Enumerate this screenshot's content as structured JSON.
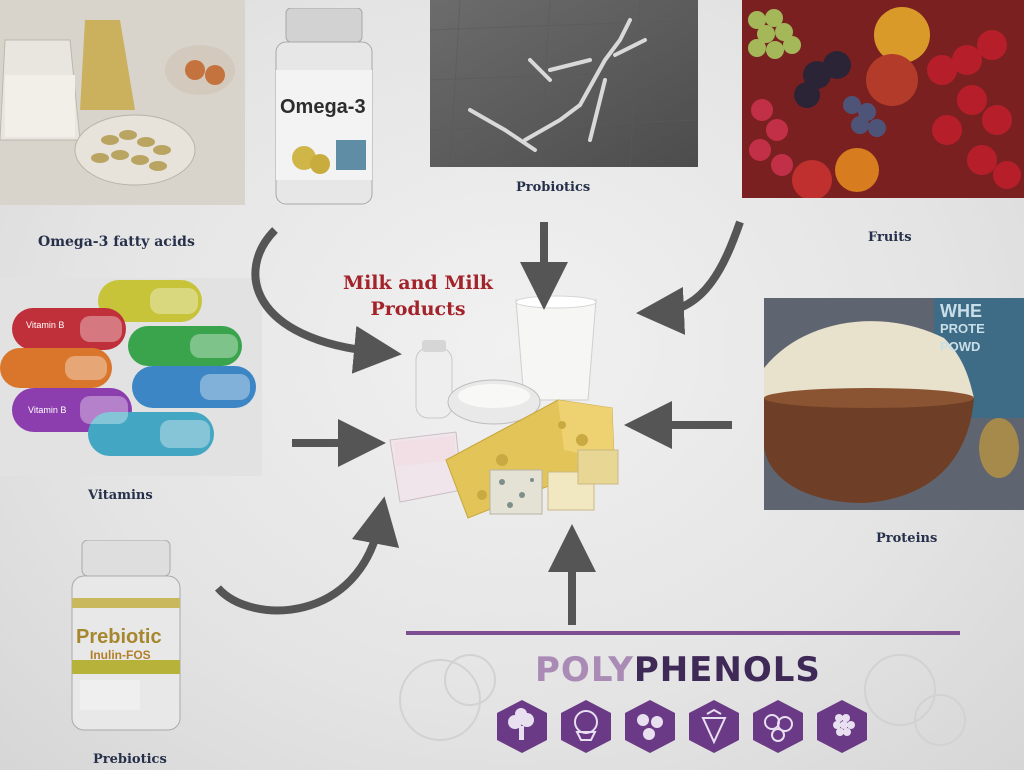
{
  "center": {
    "title": "Milk and Milk Products"
  },
  "sources": {
    "omega3": {
      "label": "Omega-3 fatty acids",
      "bottle_text": "Omega-3"
    },
    "probiotics": {
      "label": "Probiotics"
    },
    "fruits": {
      "label": "Fruits"
    },
    "vitamins": {
      "label": "Vitamins",
      "capsule_text": "Vitamin B"
    },
    "proteins": {
      "label": "Proteins",
      "bag_text_1": "WHE",
      "bag_text_2": "PROTE",
      "bag_text_3": "POWD"
    },
    "prebiotics": {
      "label": "Prebiotics",
      "bottle_text_1": "Prebiotic",
      "bottle_text_2": "Inulin-FOS"
    },
    "polyphenols": {
      "label_part1": "POLY",
      "label_part2": "PHENOLS"
    }
  },
  "colors": {
    "arrow": "#555555",
    "label": "#26304a",
    "center_title": "#a3232a",
    "polyphenol_purple": "#6a3a86",
    "polyphenol_line": "#8a5a9e"
  },
  "icons": [
    "broccoli-icon",
    "cauliflower-icon",
    "brussels-sprouts-icon",
    "strawberry-icon",
    "blueberry-icon",
    "blackberry-icon"
  ]
}
